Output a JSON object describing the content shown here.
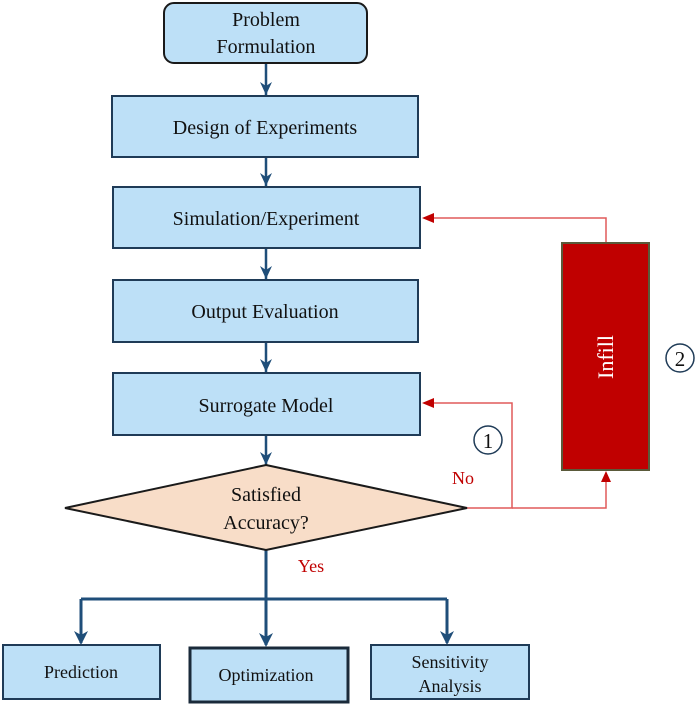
{
  "colors": {
    "box_fill": "#bde0f7",
    "box_stroke": "#1f3b57",
    "arrow": "#1f4e79",
    "decision_fill": "#f8ddc8",
    "infill_fill": "#c00000",
    "feedback_line": "#e05a5a",
    "label_red": "#c00000"
  },
  "nodes": {
    "problem": {
      "lines": [
        "Problem",
        "Formulation"
      ]
    },
    "doe": {
      "label": "Design of Experiments"
    },
    "simulation": {
      "label": "Simulation/Experiment"
    },
    "output": {
      "label": "Output Evaluation"
    },
    "surrogate": {
      "label": "Surrogate Model"
    },
    "decision": {
      "lines": [
        "Satisfied",
        "Accuracy?"
      ]
    },
    "infill": {
      "label": "Infill"
    },
    "prediction": {
      "label": "Prediction"
    },
    "optimization": {
      "label": "Optimization"
    },
    "sensitivity": {
      "lines": [
        "Sensitivity",
        "Analysis"
      ]
    }
  },
  "edge_labels": {
    "no": "No",
    "yes": "Yes",
    "loop1_marker": "①",
    "loop2_marker": "②"
  }
}
